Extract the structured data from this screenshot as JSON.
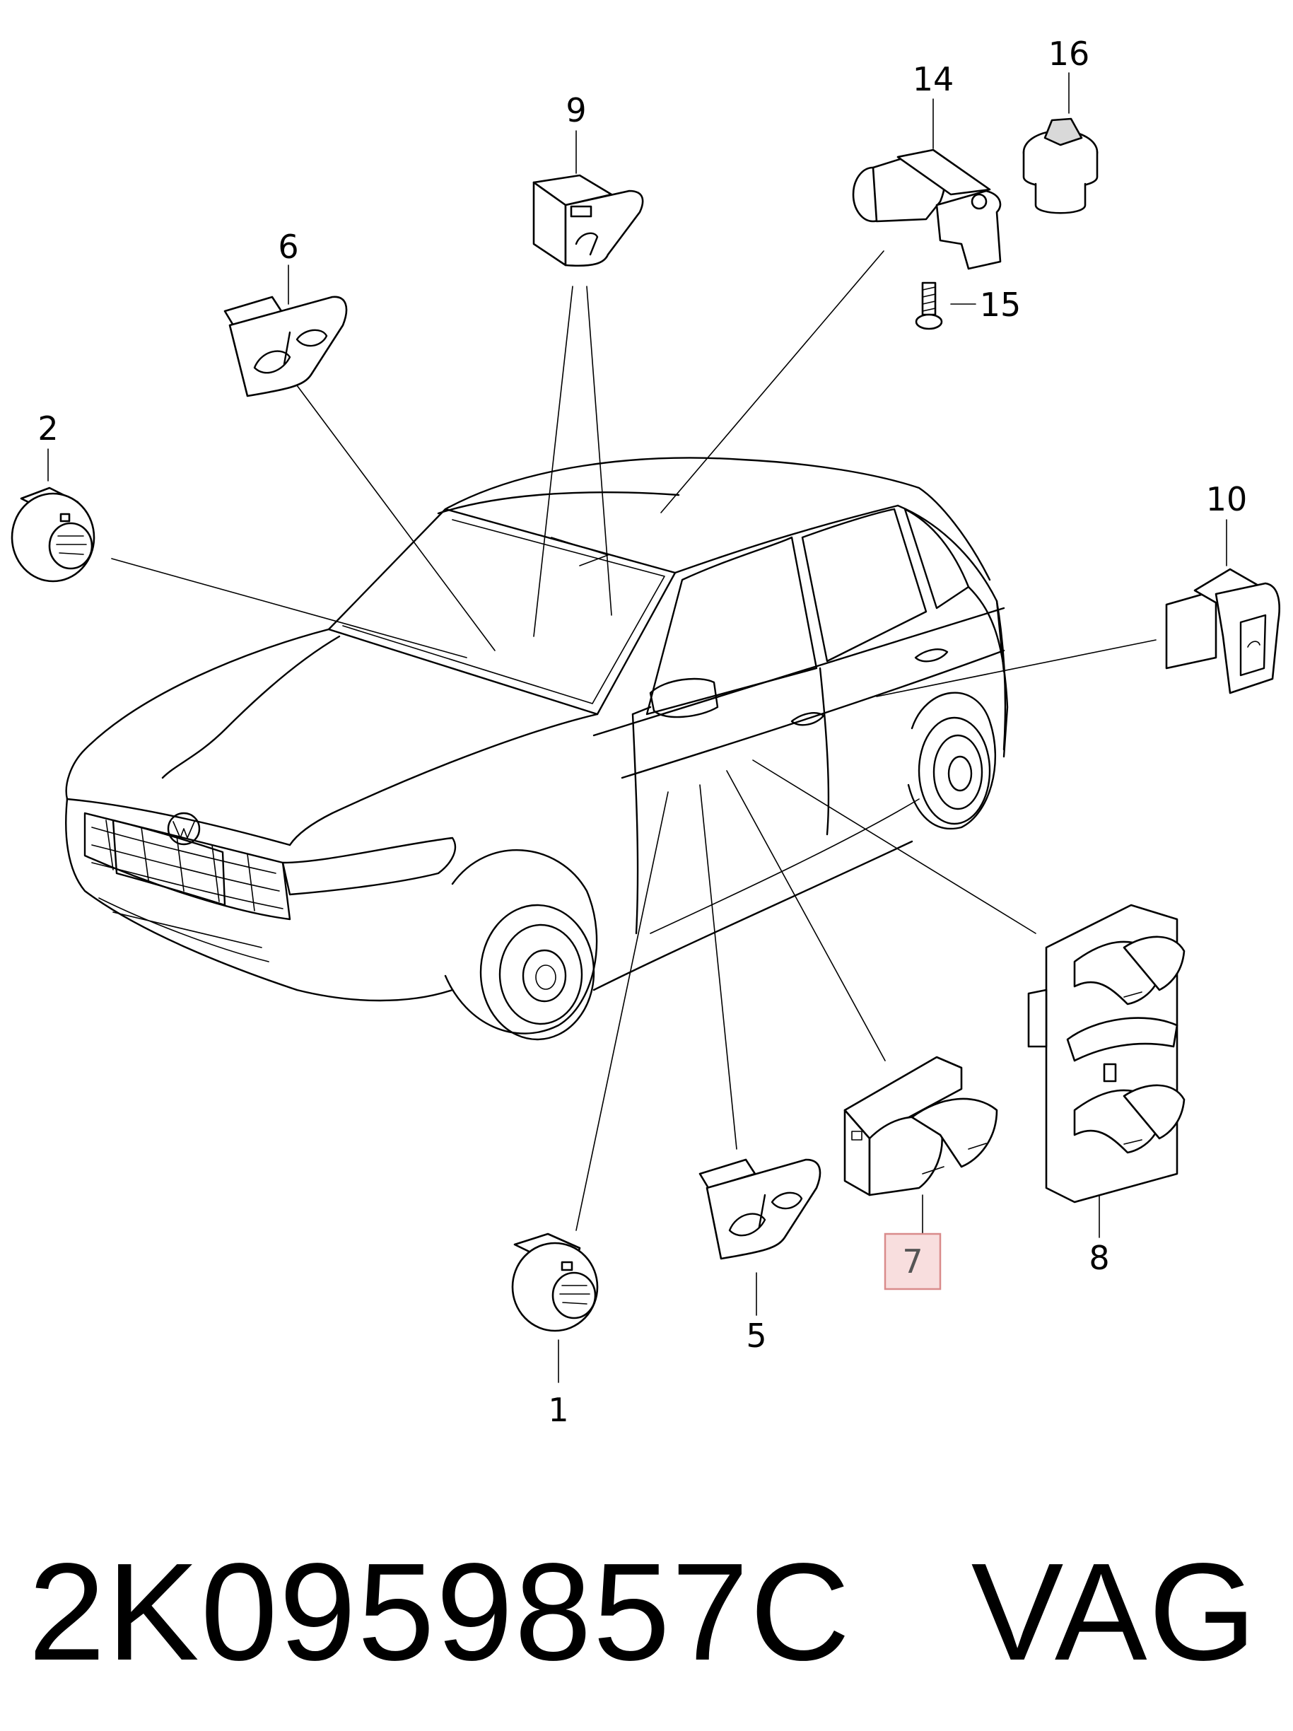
{
  "diagram": {
    "callouts": {
      "c1": "1",
      "c2": "2",
      "c5": "5",
      "c6": "6",
      "c7": "7",
      "c8": "8",
      "c9": "9",
      "c10": "10",
      "c14": "14",
      "c15": "15",
      "c16": "16"
    },
    "selected_callout": "7",
    "highlight_color": "#f8dede",
    "highlight_border": "#d98b8b"
  },
  "footer": {
    "part_number": "2K0959857C",
    "brand": "VAG"
  }
}
